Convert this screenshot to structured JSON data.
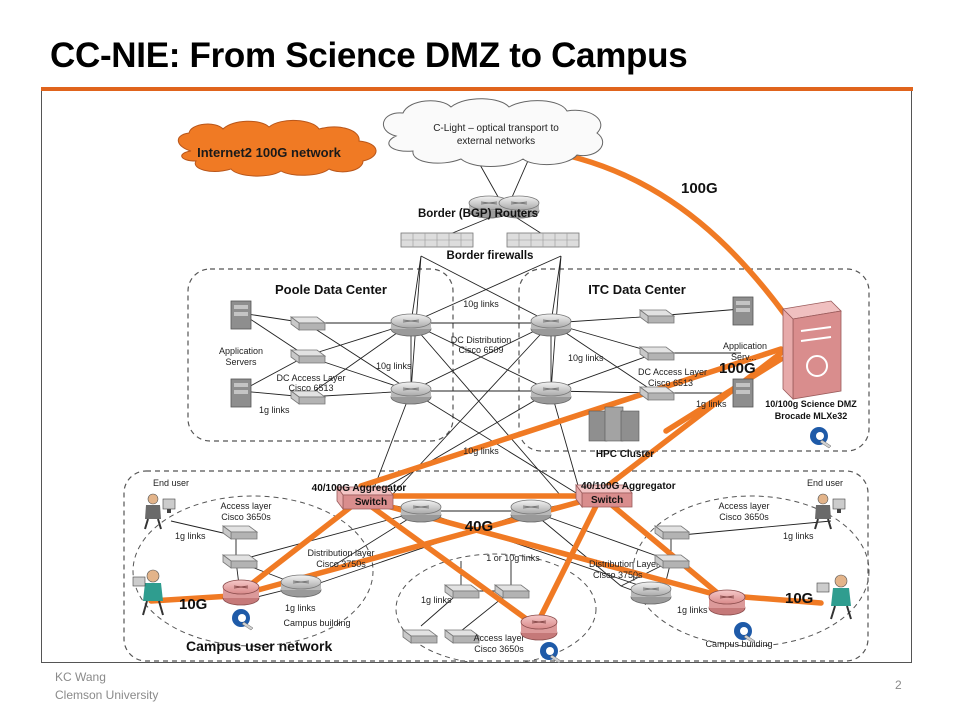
{
  "slide": {
    "title": "CC-NIE: From Science DMZ to Campus",
    "footer_name": "KC Wang",
    "footer_org": "Clemson University",
    "page_number": "2"
  },
  "diagram": {
    "clight": "C-Light – optical transport to",
    "clight2": "external networks",
    "internet2": "Internet2 100G network",
    "link_100g_top": "100G",
    "border_routers": "Border (BGP) Routers",
    "border_firewalls": "Border firewalls",
    "poole": "Poole Data Center",
    "itc": "ITC Data Center",
    "app_servers_left_1": "Application",
    "app_servers_left_2": "Servers",
    "dc_access_left_1": "DC Access Layer",
    "dc_access_left_2": "Cisco 6513",
    "g1_links_left": "1g links",
    "g10_links_left": "10g links",
    "g10_links_top": "10g links",
    "dc_dist_1": "DC Distribution",
    "dc_dist_2": "Cisco 6509",
    "g10_links_right": "10g links",
    "g10_links_bottom": "10g links",
    "app_servers_right_1": "Application",
    "app_servers_right_2": "Serv...",
    "dc_access_right_1": "DC Access Layer",
    "dc_access_right_2": "Cisco 6513",
    "g1_links_right": "1g links",
    "hpc": "HPC Cluster",
    "link_100g_mid": "100G",
    "dmz_1": "10/100g Science DMZ",
    "dmz_2": "Brocade MLXe32",
    "agg_left_1": "40/100G Aggregator",
    "agg_left_2": "Switch",
    "agg_right_1": "40/100G Aggregator",
    "agg_right_2": "Switch",
    "link_40g": "40G",
    "end_user_left": "End user",
    "end_user_right": "End user",
    "access_left_1": "Access layer",
    "access_left_2": "Cisco 3650s",
    "access_right_1": "Access layer",
    "access_right_2": "Cisco 3650s",
    "g1_links_c1": "1g links",
    "g1_links_c2": "1g links",
    "g1_links_c3": "1g links",
    "g1_links_c4": "1g links",
    "g1_links_c5": "1g links",
    "dist_left_1": "Distribution layer",
    "dist_left_2": "Cisco 3750s",
    "dist_right_1": "Distribution Layer",
    "dist_right_2": "Cisco 3750s",
    "g1or10": "1 or 10g links",
    "campus_bldg_left": "Campus building",
    "campus_bldg_right": "Campus building",
    "access_mid_1": "Access layer",
    "access_mid_2": "Cisco 3650s",
    "link_10g_left": "10G",
    "link_10g_right": "10G",
    "campus_net": "Campus user network",
    "colors": {
      "orange_link": "#f07a24",
      "internet2_cloud": "#f07a24",
      "accent_rule": "#e0641d",
      "router": "#c9c9c9",
      "pink_switch": "#e6a8a8"
    }
  }
}
